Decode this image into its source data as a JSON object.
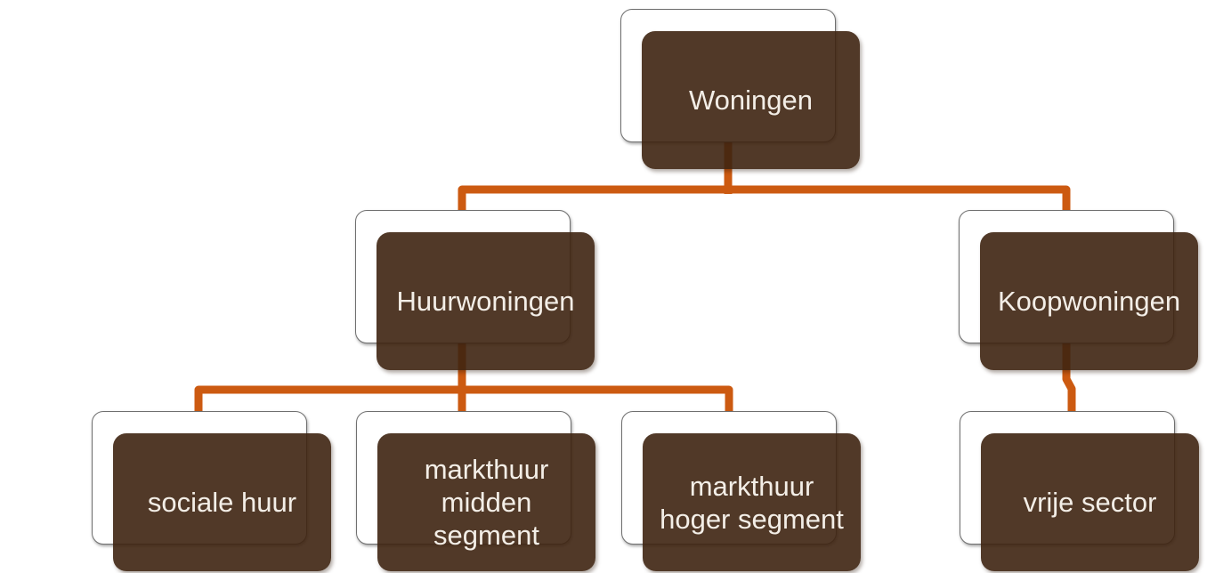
{
  "diagram": {
    "type": "org-chart",
    "language": "nl",
    "root_label": "Woningen",
    "nodes": [
      {
        "id": "woningen",
        "label": "Woningen",
        "parent": null
      },
      {
        "id": "huurwoningen",
        "label": "Huurwoningen",
        "parent": "woningen"
      },
      {
        "id": "koopwoningen",
        "label": "Koopwoningen",
        "parent": "woningen"
      },
      {
        "id": "sociale-huur",
        "label": "sociale huur",
        "parent": "huurwoningen"
      },
      {
        "id": "markthuur-midden-segment",
        "label": "markthuur\nmidden\nsegment",
        "parent": "huurwoningen"
      },
      {
        "id": "markthuur-hoger-segment",
        "label": "markthuur\nhoger segment",
        "parent": "huurwoningen"
      },
      {
        "id": "vrije-sector",
        "label": "vrije sector",
        "parent": "koopwoningen"
      }
    ],
    "colors": {
      "node_fill": "#543A28",
      "connector": "#CC5A11",
      "node_text": "#F3EEE7",
      "back_panel_fill": "#FFFFFF",
      "back_panel_border": "#6F6F6F",
      "background": "#FFFFFF"
    }
  }
}
